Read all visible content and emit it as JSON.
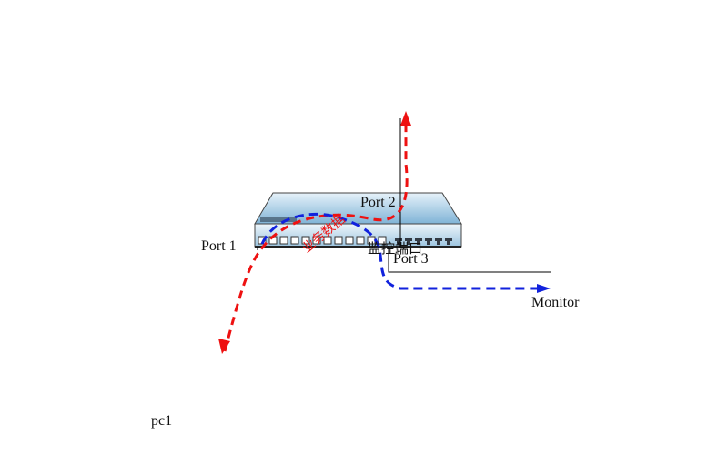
{
  "labels": {
    "port1": "Port 1",
    "port2": "Port 2",
    "port3": "Port 3",
    "monitor": "Monitor",
    "pc1": "pc1",
    "traffic_red": "业务数据",
    "mirror_port": "监控端口"
  },
  "colors": {
    "business_flow": "#ee1111",
    "mirror_flow": "#1122dd",
    "line": "#000000"
  },
  "icons": {
    "switch": "network-switch-icon"
  }
}
